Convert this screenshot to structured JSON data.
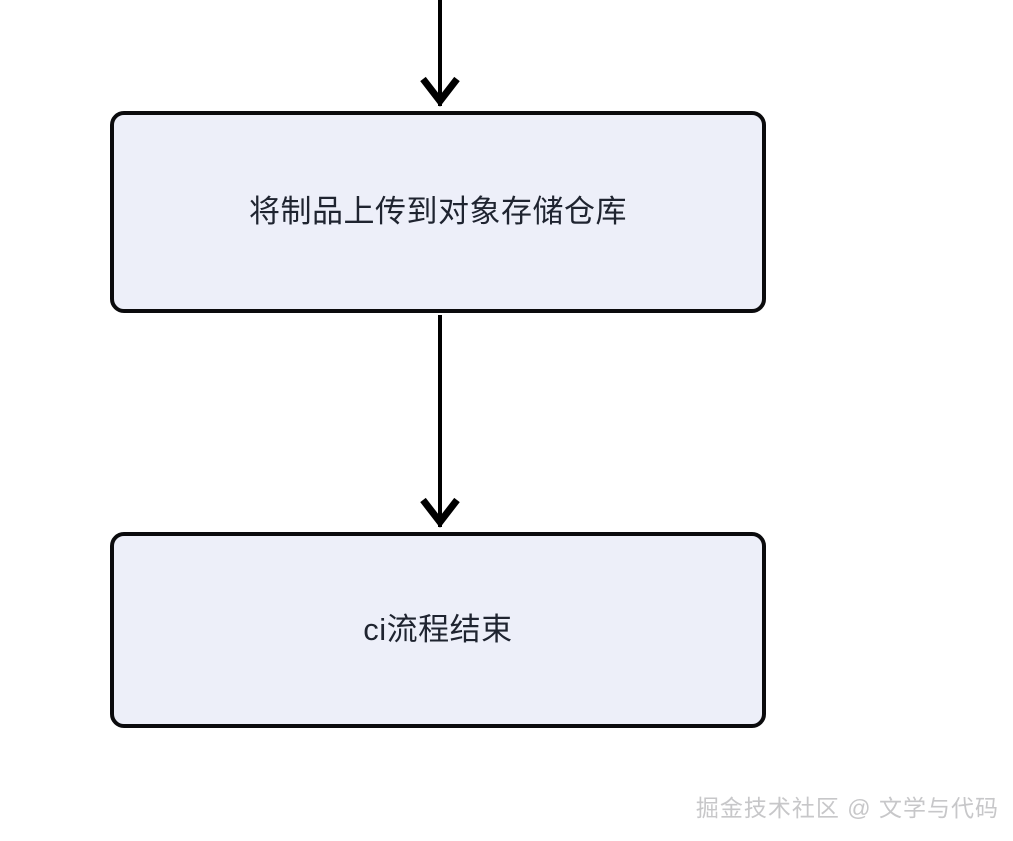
{
  "diagram": {
    "type": "flowchart",
    "direction": "top-to-bottom",
    "background_color": "#ffffff",
    "node_fill_color": "#edeff9",
    "node_border_color": "#0b0b0d",
    "node_text_color": "#1f2430",
    "edge_color": "#000000",
    "nodes": [
      {
        "id": "upload-artifact",
        "label": "将制品上传到对象存储仓库",
        "shape": "rounded-rectangle"
      },
      {
        "id": "ci-end",
        "label": "ci流程结束",
        "shape": "rounded-rectangle"
      }
    ],
    "edges": [
      {
        "id": "edge-incoming-to-upload",
        "from": "",
        "to": "upload-artifact",
        "label": "",
        "arrowhead": "open-chevron"
      },
      {
        "id": "edge-upload-to-ci-end",
        "from": "upload-artifact",
        "to": "ci-end",
        "label": "",
        "arrowhead": "open-chevron"
      }
    ]
  },
  "watermark": {
    "text": "掘金技术社区 @ 文学与代码",
    "color": "#c7c7c9"
  }
}
